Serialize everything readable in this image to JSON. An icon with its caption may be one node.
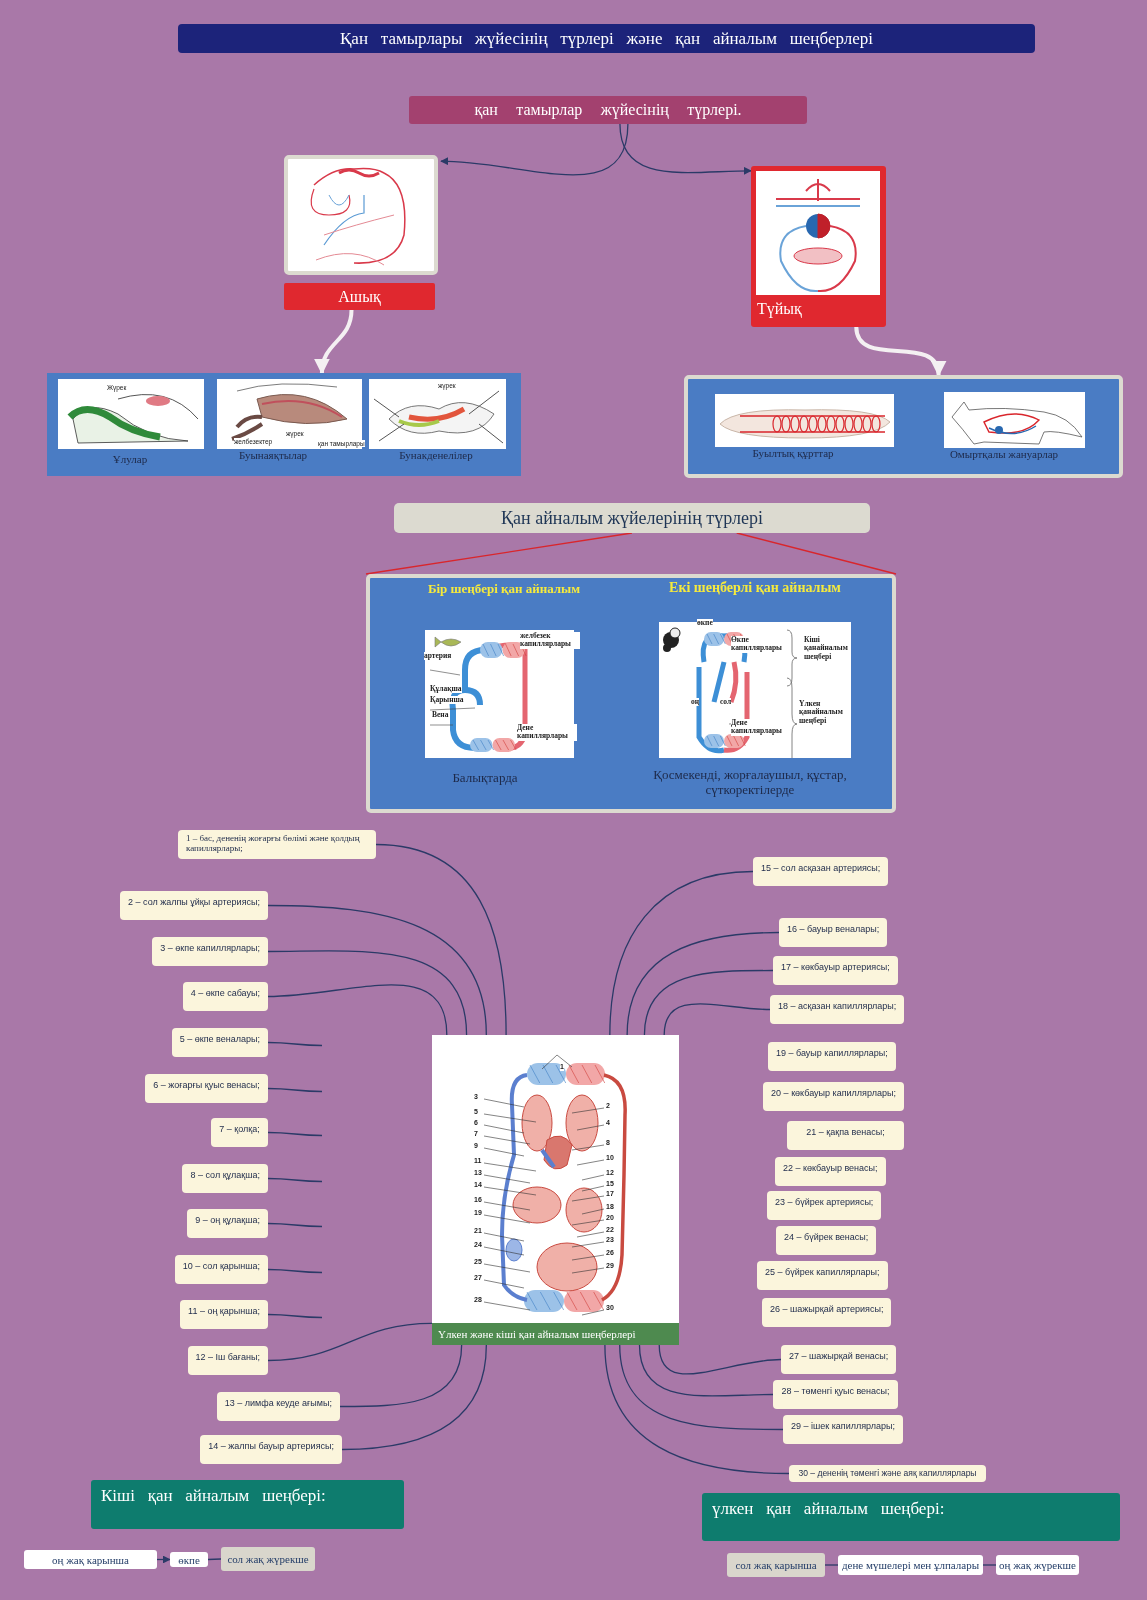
{
  "diagram": {
    "title": "Қан тамырлары жүйесінің түрлері және қан айналым шеңберлері",
    "nodes": [
      {
        "text": [
          "қан тамырлар жүйесінің түрлері."
        ]
      },
      {
        "text": [
          "Ашық"
        ]
      },
      {
        "text": [
          "Түйық"
        ]
      },
      {
        "text": [
          "Ұлулар",
          "Буынаяқтылар",
          "Бунакденелілер"
        ]
      },
      {
        "text": [
          "Буылтық құрттар",
          "Омыртқалы жануарлар"
        ]
      },
      {
        "text": [
          "Қан айналым жүйелерінің түрлері"
        ]
      },
      {
        "text": [
          "Бір шеңбері қан айналым",
          "Екі шеңберлі қан айналым",
          "Балықтарда",
          "Қосмекенді, жорғалаушыл, құстар, сүткоректілерде"
        ]
      },
      {
        "text": [
          "Үлкен және кіші қан айналым шеңберлері"
        ]
      },
      {
        "text": [
          "1 – бас, дененің жоғарғы бөлімі және қолдың капиллярлары;"
        ]
      },
      {
        "text": [
          "2 – сол жалпы ұйқы артериясы;"
        ]
      },
      {
        "text": [
          "3 – өкпе капиллярлары;"
        ]
      },
      {
        "text": [
          "4 – өкпе сабауы;"
        ]
      },
      {
        "text": [
          "5 – өкпе веналары;"
        ]
      },
      {
        "text": [
          "6 – жоғарғы қуыс венасы;"
        ]
      },
      {
        "text": [
          "7 – қолқа;"
        ]
      },
      {
        "text": [
          "8 – сол құлақша;"
        ]
      },
      {
        "text": [
          "9 – оң құлақша;"
        ]
      },
      {
        "text": [
          "10 – сол қарынша;"
        ]
      },
      {
        "text": [
          "11 – оң қарынша;"
        ]
      },
      {
        "text": [
          "12 – Іш бағаны;"
        ]
      },
      {
        "text": [
          "13 – лимфа кеуде ағымы;"
        ]
      },
      {
        "text": [
          "14 – жалпы бауыр артериясы;"
        ]
      },
      {
        "text": [
          "15 – сол асқазан артериясы;"
        ]
      },
      {
        "text": [
          "16 – бауыр веналары;"
        ]
      },
      {
        "text": [
          "17 – көкбауыр артериясы;"
        ]
      },
      {
        "text": [
          "18 – асқазан капиллярлары;"
        ]
      },
      {
        "text": [
          "19 – бауыр капиллярлары;"
        ]
      },
      {
        "text": [
          "20 – көкбауыр капиллярлары;"
        ]
      },
      {
        "text": [
          "21 – қақпа венасы;"
        ]
      },
      {
        "text": [
          "22 – көкбауыр венасы;"
        ]
      },
      {
        "text": [
          "23 – бүйрек артериясы;"
        ]
      },
      {
        "text": [
          "24 – бүйрек венасы;"
        ]
      },
      {
        "text": [
          "25 – бүйрек капиллярлары;"
        ]
      },
      {
        "text": [
          "26 – шажырқай артериясы;"
        ]
      },
      {
        "text": [
          "27 – шажырқай венасы;"
        ]
      },
      {
        "text": [
          "28 – төменгі қуыс венасы;"
        ]
      },
      {
        "text": [
          "29 – ішек капиллярлары;"
        ]
      },
      {
        "text": [
          "30 – дененің төменгі және аяқ капиллярлары"
        ]
      },
      {
        "text": [
          "Кіші қан айналым шеңбері:"
        ]
      },
      {
        "text": [
          "оң жақ карынша"
        ]
      },
      {
        "text": [
          "өкпе"
        ]
      },
      {
        "text": [
          "сол жақ жүрекше"
        ]
      },
      {
        "text": [
          "үлкен қан айналым шеңбері:"
        ]
      },
      {
        "text": [
          "сол жақ карынша"
        ]
      },
      {
        "text": [
          "дене мүшелері мен ұлпалары"
        ]
      },
      {
        "text": [
          "оң жақ жүрекше"
        ]
      }
    ],
    "edges": [
      {
        "from": 0,
        "to": 1,
        "arrow": "to"
      },
      {
        "from": 0,
        "to": 2,
        "arrow": "to"
      },
      {
        "from": 1,
        "to": 3,
        "arrow": "to",
        "style": "thick",
        "color": "#f4f0f2"
      },
      {
        "from": 2,
        "to": 4,
        "arrow": "to",
        "style": "thick",
        "color": "#f4f0f2"
      },
      {
        "from": 5,
        "to": 6,
        "arrow": "none",
        "color": "#d9262c"
      },
      {
        "from": 5,
        "to": 6,
        "arrow": "none",
        "color": "#d9262c"
      },
      {
        "from": 8,
        "to": 7,
        "arrow": "none"
      },
      {
        "from": 9,
        "to": 7,
        "arrow": "none"
      },
      {
        "from": 10,
        "to": 7,
        "arrow": "none"
      },
      {
        "from": 11,
        "to": 7,
        "arrow": "none"
      },
      {
        "from": 12,
        "to": null,
        "arrow": "none"
      },
      {
        "from": 13,
        "to": null,
        "arrow": "none"
      },
      {
        "from": 14,
        "to": null,
        "arrow": "none"
      },
      {
        "from": 15,
        "to": null,
        "arrow": "none"
      },
      {
        "from": 16,
        "to": null,
        "arrow": "none"
      },
      {
        "from": 17,
        "to": null,
        "arrow": "none"
      },
      {
        "from": 18,
        "to": null,
        "arrow": "none"
      },
      {
        "from": 19,
        "to": 7,
        "arrow": "none"
      },
      {
        "from": 20,
        "to": 7,
        "arrow": "none"
      },
      {
        "from": 21,
        "to": 7,
        "arrow": "none"
      },
      {
        "from": 22,
        "to": 7,
        "arrow": "none"
      },
      {
        "from": 23,
        "to": 7,
        "arrow": "none"
      },
      {
        "from": 24,
        "to": 7,
        "arrow": "none"
      },
      {
        "from": 25,
        "to": 7,
        "arrow": "none"
      },
      {
        "from": 34,
        "to": 7,
        "arrow": "none"
      },
      {
        "from": 35,
        "to": 7,
        "arrow": "none"
      },
      {
        "from": 36,
        "to": 7,
        "arrow": "none"
      },
      {
        "from": 37,
        "to": 7,
        "arrow": "none"
      },
      {
        "from": 39,
        "to": 40,
        "arrow": "to"
      },
      {
        "from": 40,
        "to": 41,
        "arrow": "none"
      },
      {
        "from": 43,
        "to": 44,
        "arrow": "none"
      },
      {
        "from": 44,
        "to": 45,
        "arrow": "none"
      }
    ],
    "labels": [
      "Жүрек",
      "желбезектер",
      "жүрек",
      "қан тамырлары",
      "жүрек",
      "желбезек капиллярлары",
      "артерия",
      "Құлақша",
      "Қарынша",
      "Вена",
      "Дене капиллярлары",
      "өкпе",
      "Өкпе капиллярлары",
      "Кіші қанайналым шеңбері",
      "оң",
      "сол",
      "Дене капиллярлары",
      "Үлкен қанайналым шеңбері",
      "1",
      "2",
      "3",
      "4",
      "5",
      "6",
      "7",
      "8",
      "9",
      "10",
      "11",
      "12",
      "13",
      "14",
      "15",
      "16",
      "17",
      "18",
      "19",
      "20",
      "21",
      "22",
      "23",
      "24",
      "25",
      "26",
      "27",
      "28",
      "29",
      "30"
    ]
  }
}
